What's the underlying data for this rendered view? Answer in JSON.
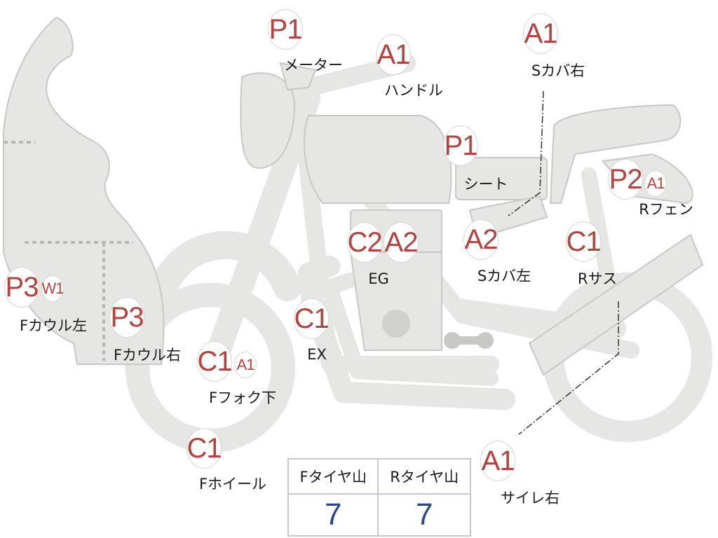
{
  "parts": {
    "meter": {
      "codes": [
        "P1"
      ],
      "label": "メーター"
    },
    "handle": {
      "codes": [
        "A1"
      ],
      "label": "ハンドル"
    },
    "side_cover_right": {
      "codes": [
        "A1"
      ],
      "label": "Sカバ右"
    },
    "seat": {
      "codes": [
        "P1"
      ],
      "label": "シート"
    },
    "rear_fender": {
      "codes": [
        "P2",
        "A1"
      ],
      "label": "Rフェン"
    },
    "engine": {
      "codes": [
        "C2",
        "A2"
      ],
      "label": "EG"
    },
    "side_cover_left": {
      "codes": [
        "A2"
      ],
      "label": "Sカバ左"
    },
    "rear_suspension": {
      "codes": [
        "C1"
      ],
      "label": "Rサス"
    },
    "exhaust": {
      "codes": [
        "C1"
      ],
      "label": "EX"
    },
    "front_cowl_left": {
      "codes": [
        "P3",
        "W1"
      ],
      "label": "Fカウル左"
    },
    "front_cowl_right": {
      "codes": [
        "P3"
      ],
      "label": "Fカウル右"
    },
    "front_fork_lower": {
      "codes": [
        "C1",
        "A1"
      ],
      "label": "Fフォク下"
    },
    "front_wheel": {
      "codes": [
        "C1"
      ],
      "label": "Fホイール"
    },
    "silencer_right": {
      "codes": [
        "A1"
      ],
      "label": "サイレ右"
    }
  },
  "tire_table": {
    "front_header": "Fタイヤ山",
    "rear_header": "Rタイヤ山",
    "front_value": "7",
    "rear_value": "7"
  },
  "colors": {
    "part_fill": "#e6e6e4",
    "part_stroke": "#c8c8c6",
    "code_text": "#b3433e",
    "value_text": "#2b4596"
  }
}
